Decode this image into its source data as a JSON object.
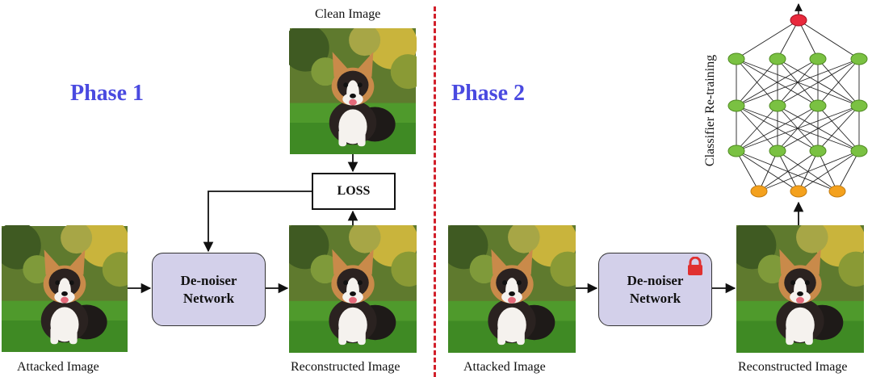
{
  "phase1": {
    "title": "Phase 1",
    "clean_label": "Clean Image",
    "attacked_label": "Attacked Image",
    "reconstructed_label": "Reconstructed Image",
    "denoiser_line1": "De-noiser",
    "denoiser_line2": "Network",
    "loss_label": "LOSS"
  },
  "phase2": {
    "title": "Phase 2",
    "attacked_label": "Attacked Image",
    "reconstructed_label": "Reconstructed Image",
    "denoiser_line1": "De-noiser",
    "denoiser_line2": "Network",
    "classifier_label": "Classifier Re-training"
  },
  "colors": {
    "phase_title": "#4a4ae0",
    "divider": "#d21f2a",
    "denoiser_fill": "#d3d0ea",
    "lock": "#e03030",
    "node_output": "#e8293c",
    "node_hidden": "#7ac142",
    "node_input": "#f4a11d"
  }
}
